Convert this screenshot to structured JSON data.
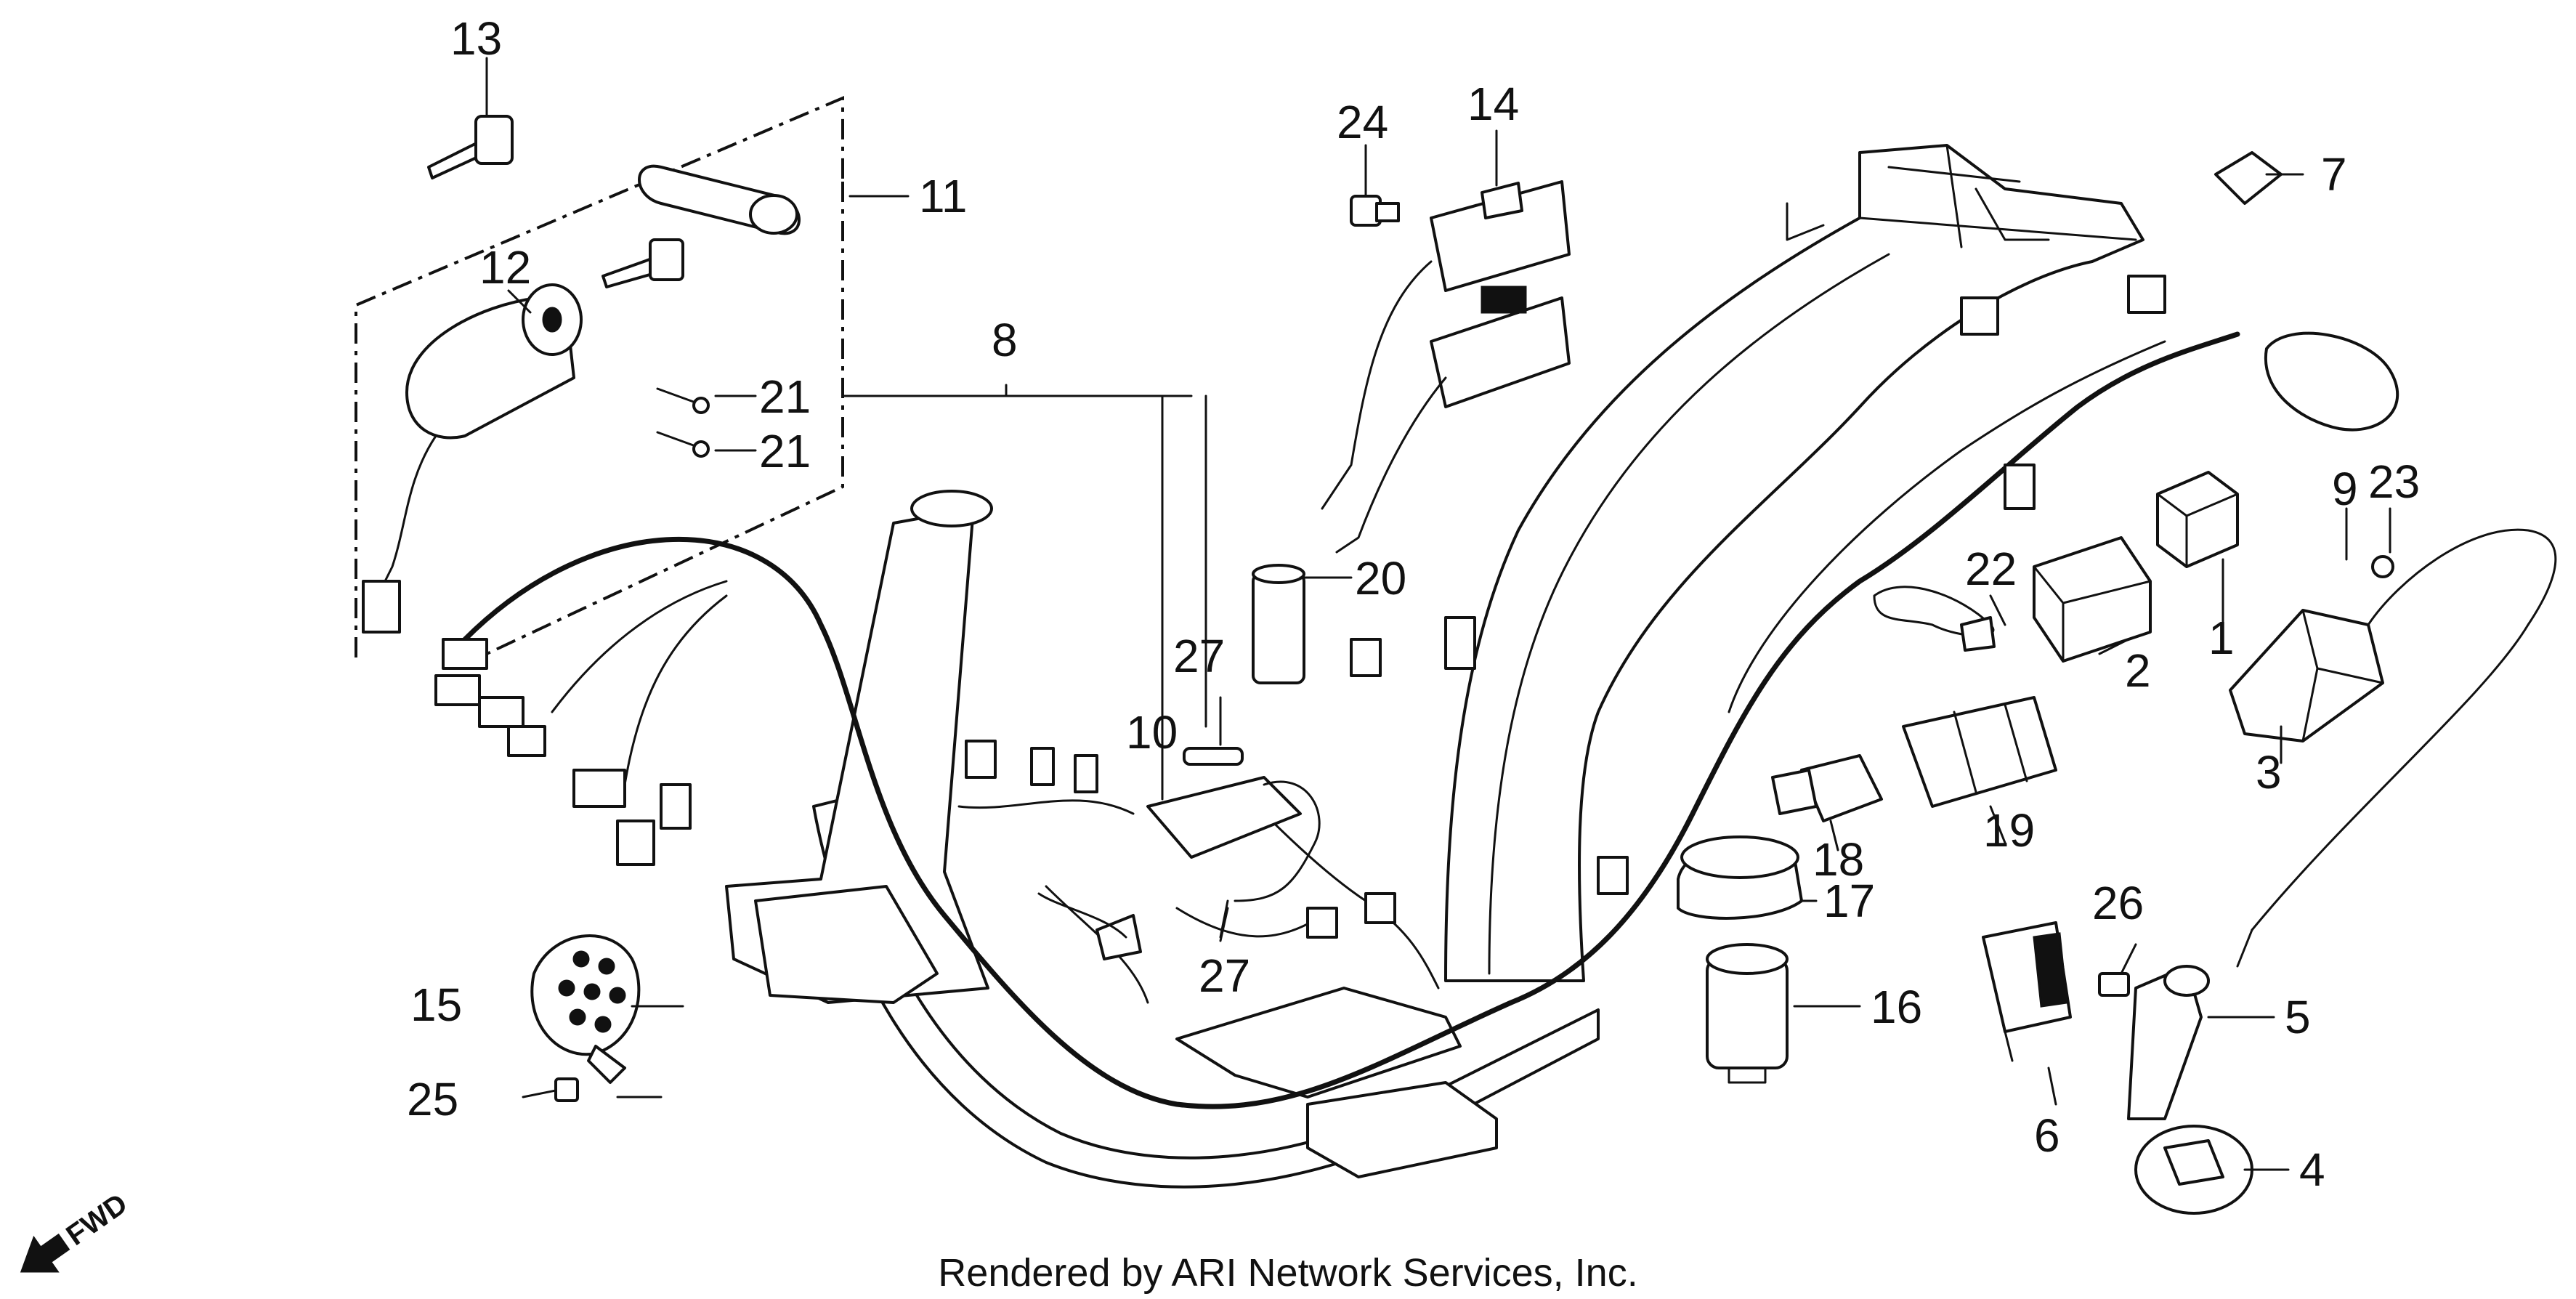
{
  "labels": {
    "p1": "1",
    "p2": "2",
    "p3": "3",
    "p4": "4",
    "p5": "5",
    "p6": "6",
    "p7": "7",
    "p8": "8",
    "p9": "9",
    "p10": "10",
    "p11": "11",
    "p12": "12",
    "p13": "13",
    "p14": "14",
    "p15": "15",
    "p16": "16",
    "p17": "17",
    "p18": "18",
    "p19": "19",
    "p20": "20",
    "p21a": "21",
    "p21b": "21",
    "p22": "22",
    "p23": "23",
    "p24": "24",
    "p25": "25",
    "p26": "26",
    "p27a": "27",
    "p27b": "27"
  },
  "direction_label": "FWD",
  "caption": "Rendered by ARI Network Services, Inc."
}
